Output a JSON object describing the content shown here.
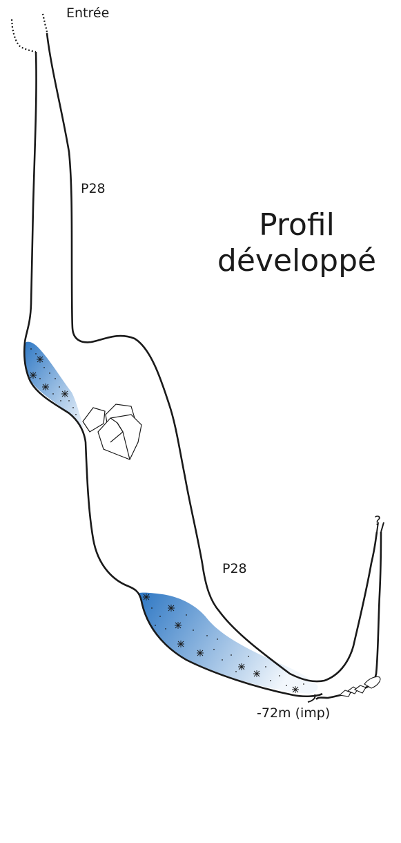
{
  "labels": {
    "entrance": "Entrée",
    "pitch_upper": "P28",
    "pitch_lower": "P28",
    "unknown": "?",
    "bottom_depth": "-72m (imp)"
  },
  "title": {
    "line1": "Profil",
    "line2": "développé"
  },
  "colors": {
    "water_dark": "#2f78c4",
    "water_light": "#f2f7fc",
    "wall": "#1a1a1a"
  }
}
